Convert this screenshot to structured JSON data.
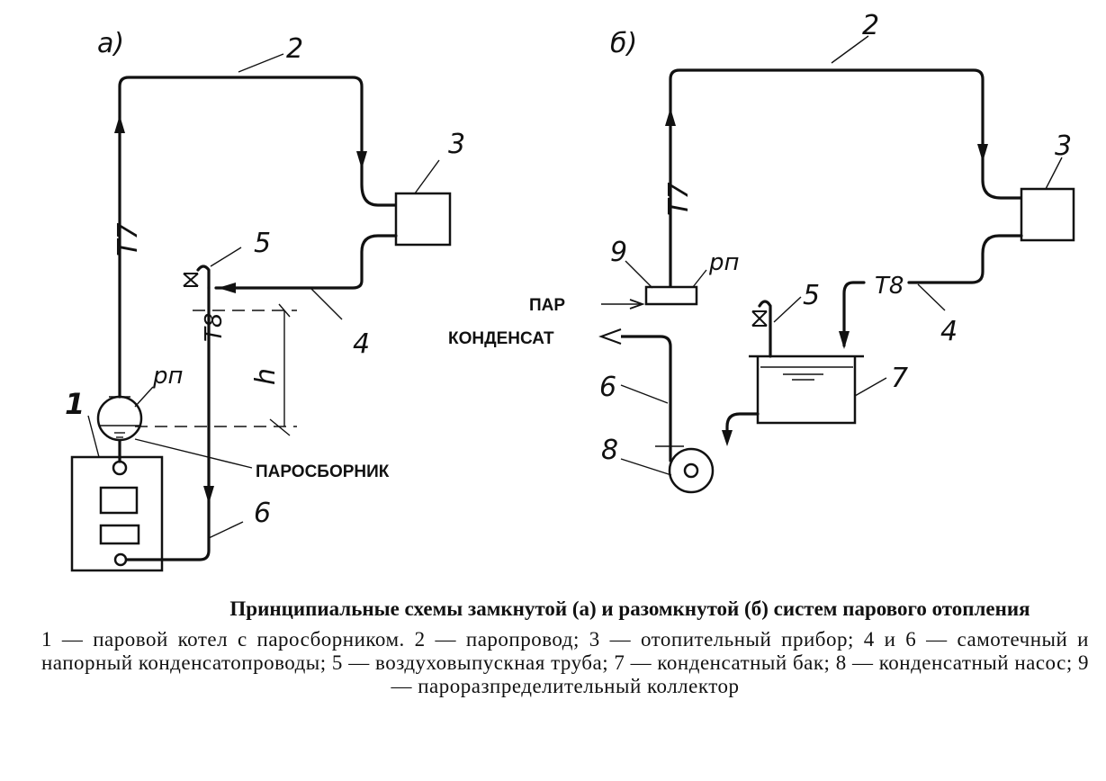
{
  "diagram_a": {
    "label": "а)",
    "n1": "1",
    "n2": "2",
    "n3": "3",
    "n4": "4",
    "n5": "5",
    "n6": "6",
    "t7": "Т7",
    "t8": "Т8",
    "h": "h",
    "pn": "pп",
    "steam_collector": "ПАРОСБОРНИК"
  },
  "diagram_b": {
    "label": "б)",
    "n2": "2",
    "n3": "3",
    "n4": "4",
    "n5": "5",
    "n6": "6",
    "n7": "7",
    "n8": "8",
    "n9": "9",
    "t7": "Т7",
    "t8": "Т8",
    "pn": "pп",
    "steam": "ПАР",
    "condensate": "КОНДЕНСАТ"
  },
  "caption": {
    "title": "Принципиальные схемы замкнутой (а) и разомкнутой (б) систем парового отопления",
    "legend": "1 — паровой котел с паросборником. 2 — паропровод; 3 — отопительный прибор; 4 и 6 — самотечный и напорный конденсатопроводы; 5 — воздуховыпускная труба; 7 — конденсатный бак; 8 — конденсатный насос; 9 — пароразпределительный коллектор"
  }
}
